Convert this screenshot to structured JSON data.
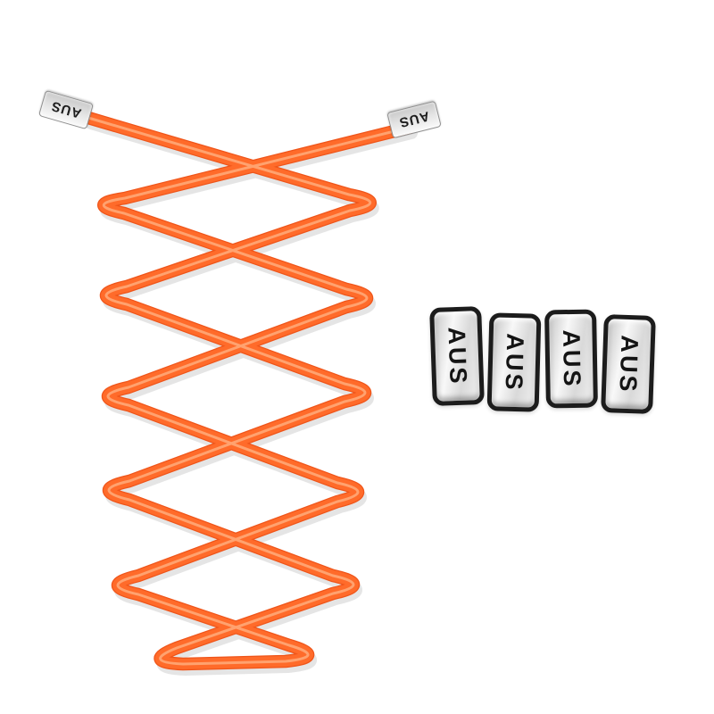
{
  "scene": {
    "background_color": "#ffffff",
    "lace": {
      "color_edge": "#ef551a",
      "color_main": "#ff6b2a",
      "color_seam": "#ffa877"
    },
    "aglets": {
      "left": {
        "label": "AUS"
      },
      "right": {
        "label": "AUS"
      }
    },
    "clips": [
      {
        "label": "AUS"
      },
      {
        "label": "AUS"
      },
      {
        "label": "AUS"
      },
      {
        "label": "AUS"
      }
    ]
  }
}
